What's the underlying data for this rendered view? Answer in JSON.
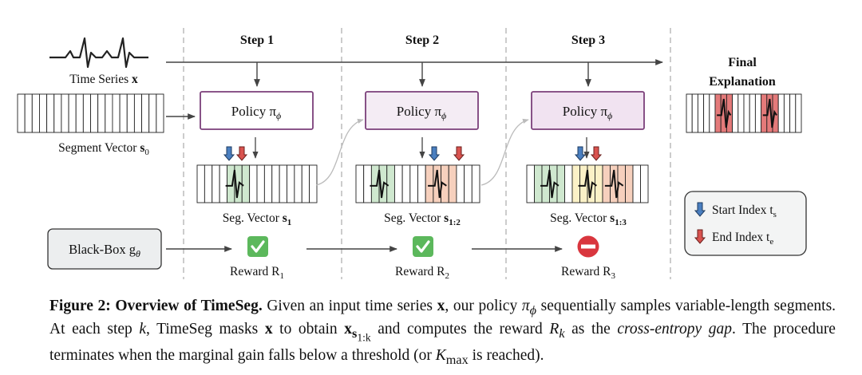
{
  "steps": [
    {
      "title": "Step 1",
      "policy": "Policy π",
      "policy_sub": "ϕ",
      "seg_label": "Seg. Vector ",
      "seg_sym": "s",
      "seg_sub": "1",
      "reward": "Reward R",
      "reward_sub": "1",
      "status": "check"
    },
    {
      "title": "Step 2",
      "policy": "Policy π",
      "policy_sub": "ϕ",
      "seg_label": "Seg. Vector ",
      "seg_sym": "s",
      "seg_sub": "1:2",
      "reward": "Reward R",
      "reward_sub": "2",
      "status": "check"
    },
    {
      "title": "Step 3",
      "policy": "Policy π",
      "policy_sub": "ϕ",
      "seg_label": "Seg. Vector ",
      "seg_sym": "s",
      "seg_sub": "1:3",
      "reward": "Reward R",
      "reward_sub": "3",
      "status": "stop"
    }
  ],
  "left": {
    "time_series_label": "Time Series ",
    "time_series_sym": "x",
    "segment_vector_label": "Segment Vector ",
    "segment_vector_sym": "s",
    "segment_vector_sub": "0",
    "blackbox_label": "Black-Box g",
    "blackbox_sub": "θ"
  },
  "final": {
    "line1": "Final",
    "line2": "Explanation"
  },
  "legend": {
    "start_label": "Start Index t",
    "start_sub": "s",
    "end_label": "End Index t",
    "end_sub": "e"
  },
  "colors": {
    "policy_border": "#7b3f7a",
    "policy_fill": "#f4ecf4",
    "green_cell": "#cfe8cf",
    "orange_cell": "#f6d0bd",
    "yellow_cell": "#fbf1c7",
    "red_cell": "#e47a7a",
    "start_arrow": "#4a7fc0",
    "end_arrow": "#d9534f",
    "check_green": "#5cb85c",
    "stop_red": "#d9363e"
  },
  "caption": {
    "fig_label": "Figure 2: Overview of TimeSeg.",
    "p1": " Given an input time series ",
    "x1": "x",
    "p2": ", our policy ",
    "pi": "π",
    "pi_sub": "ϕ",
    "p3": " sequentially samples variable-length segments. At each step ",
    "k": "k",
    "p4": ", TimeSeg masks ",
    "x2": "x",
    "p5": " to obtain ",
    "xs": "x",
    "xs_sub": "s",
    "xs_subsub": "1:k",
    "p6": " and computes the reward ",
    "R": "R",
    "R_sub": "k",
    "p7": " as the ",
    "gap": "cross-entropy gap",
    "p8": ". The procedure terminates when the marginal gain falls below a threshold (or ",
    "K": "K",
    "K_sub": "max",
    "p9": " is reached)."
  }
}
